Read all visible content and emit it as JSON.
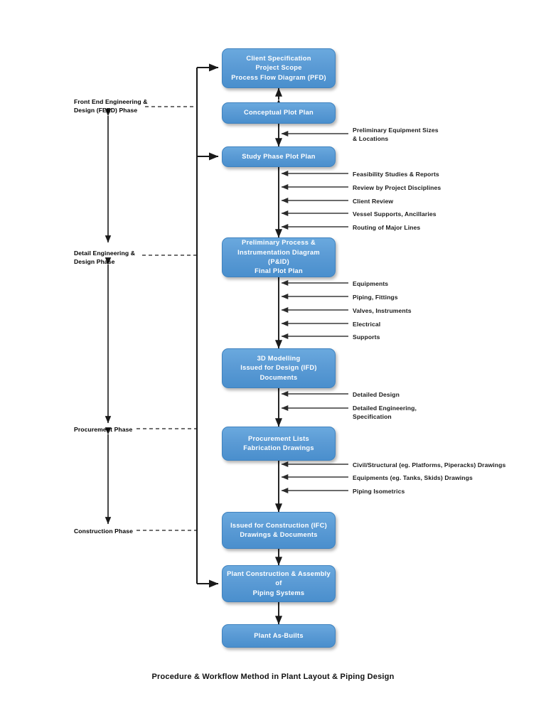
{
  "diagram": {
    "caption": "Procedure & Workflow Method in Plant Layout & Piping Design",
    "accent_color": "#5B9BD5",
    "box_text_color": "#FFFFFF",
    "arrow_color": "#1A1A1A",
    "feedback_arrow_color": "#1A1A1A",
    "phase_connector_style": "dashed"
  },
  "process_boxes": [
    {
      "id": "client-specification",
      "lines": [
        "Client Specification",
        "Project Scope",
        "Process Flow Diagram (PFD)"
      ]
    },
    {
      "id": "conceptual-plot-plan",
      "lines": [
        "Conceptual Plot Plan"
      ]
    },
    {
      "id": "study-phase-plot-plan",
      "lines": [
        "Study Phase Plot Plan"
      ]
    },
    {
      "id": "preliminary-pid",
      "lines": [
        "Preliminary Process &",
        "Instrumentation Diagram (P&ID)",
        "Final Plot Plan"
      ]
    },
    {
      "id": "3d-modelling",
      "lines": [
        "3D Modelling",
        "Issued for Design (IFD) Documents"
      ]
    },
    {
      "id": "procurement-lists",
      "lines": [
        "Procurement Lists",
        "Fabrication Drawings"
      ]
    },
    {
      "id": "issued-for-construction",
      "lines": [
        "Issued for Construction (IFC)",
        "Drawings & Documents"
      ]
    },
    {
      "id": "plant-construction",
      "lines": [
        "Plant Construction & Assembly of",
        "Piping Systems"
      ]
    },
    {
      "id": "plant-as-builts",
      "lines": [
        "Plant As-Builts"
      ]
    }
  ],
  "phases": [
    {
      "id": "feed-phase",
      "label": "Front End Engineering &\nDesign (FEED) Phase"
    },
    {
      "id": "detail-engineering-phase",
      "label": "Detail Engineering &\nDesign  Phase"
    },
    {
      "id": "procurement-phase",
      "label": "Procurement Phase"
    },
    {
      "id": "construction-phase",
      "label": "Construction Phase"
    }
  ],
  "input_annotations": [
    {
      "id": "preliminary-equipment-sizes",
      "label": "Preliminary Equipment Sizes\n& Locations"
    },
    {
      "id": "feasibility-studies",
      "label": "Feasibility Studies & Reports"
    },
    {
      "id": "review-by-project-disciplines",
      "label": "Review by Project Disciplines"
    },
    {
      "id": "client-review",
      "label": "Client Review"
    },
    {
      "id": "vessel-supports",
      "label": "Vessel Supports, Ancillaries"
    },
    {
      "id": "routing-of-major-lines",
      "label": "Routing of Major Lines"
    },
    {
      "id": "equipments",
      "label": "Equipments"
    },
    {
      "id": "piping-fittings",
      "label": "Piping, Fittings"
    },
    {
      "id": "valves-instruments",
      "label": "Valves, Instruments"
    },
    {
      "id": "electrical",
      "label": "Electrical"
    },
    {
      "id": "supports",
      "label": "Supports"
    },
    {
      "id": "detailed-design",
      "label": "Detailed Design"
    },
    {
      "id": "detailed-engineering-specification",
      "label": "Detailed Engineering,\nSpecification"
    },
    {
      "id": "civil-structural-drawings",
      "label": "Civil/Structural (eg. Platforms, Piperacks) Drawings"
    },
    {
      "id": "equipments-tanks-skids-drawings",
      "label": "Equipments (eg. Tanks, Skids) Drawings"
    },
    {
      "id": "piping-isometrics",
      "label": "Piping Isometrics"
    }
  ]
}
